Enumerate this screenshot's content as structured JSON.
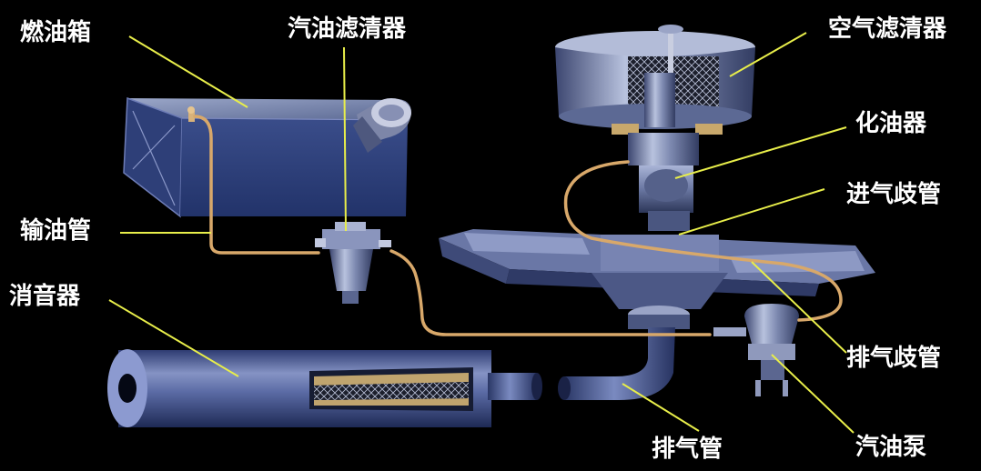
{
  "labels": {
    "fuel_tank": "燃油箱",
    "fuel_filter": "汽油滤清器",
    "air_filter": "空气滤清器",
    "carburetor": "化油器",
    "intake_manifold": "进气歧管",
    "fuel_line": "输油管",
    "muffler": "消音器",
    "exhaust_manifold": "排气歧管",
    "exhaust_pipe": "排气管",
    "fuel_pump": "汽油泵"
  },
  "colors": {
    "background": "#000000",
    "leader_line": "#e8ee4a",
    "fuel_line": "#d8a86a",
    "component_blue": "#5e6f9e",
    "label_text": "#ffffff"
  }
}
